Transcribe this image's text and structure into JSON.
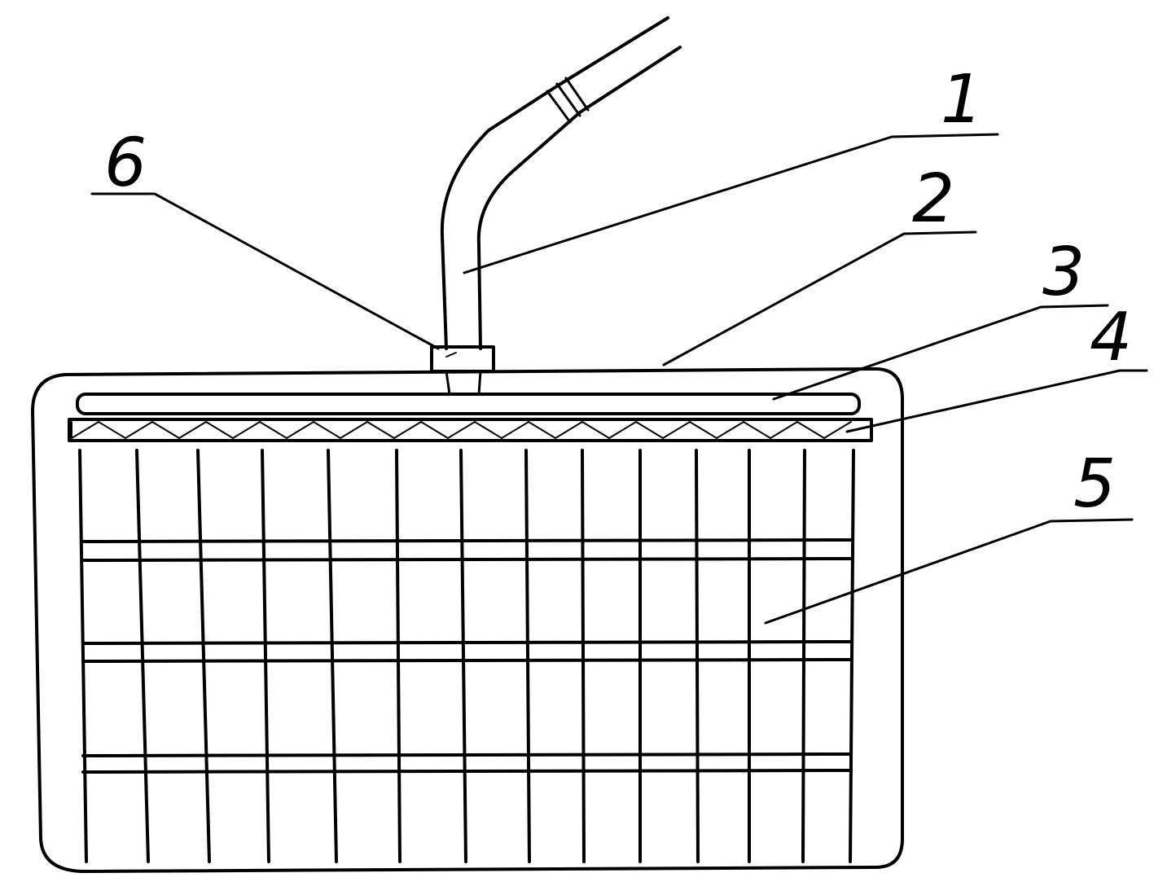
{
  "labels": {
    "part_1": "1",
    "part_2": "2",
    "part_3": "3",
    "part_4": "4",
    "part_5": "5",
    "part_6": "6"
  },
  "colors": {
    "ink": "#000000",
    "background": "#ffffff"
  }
}
